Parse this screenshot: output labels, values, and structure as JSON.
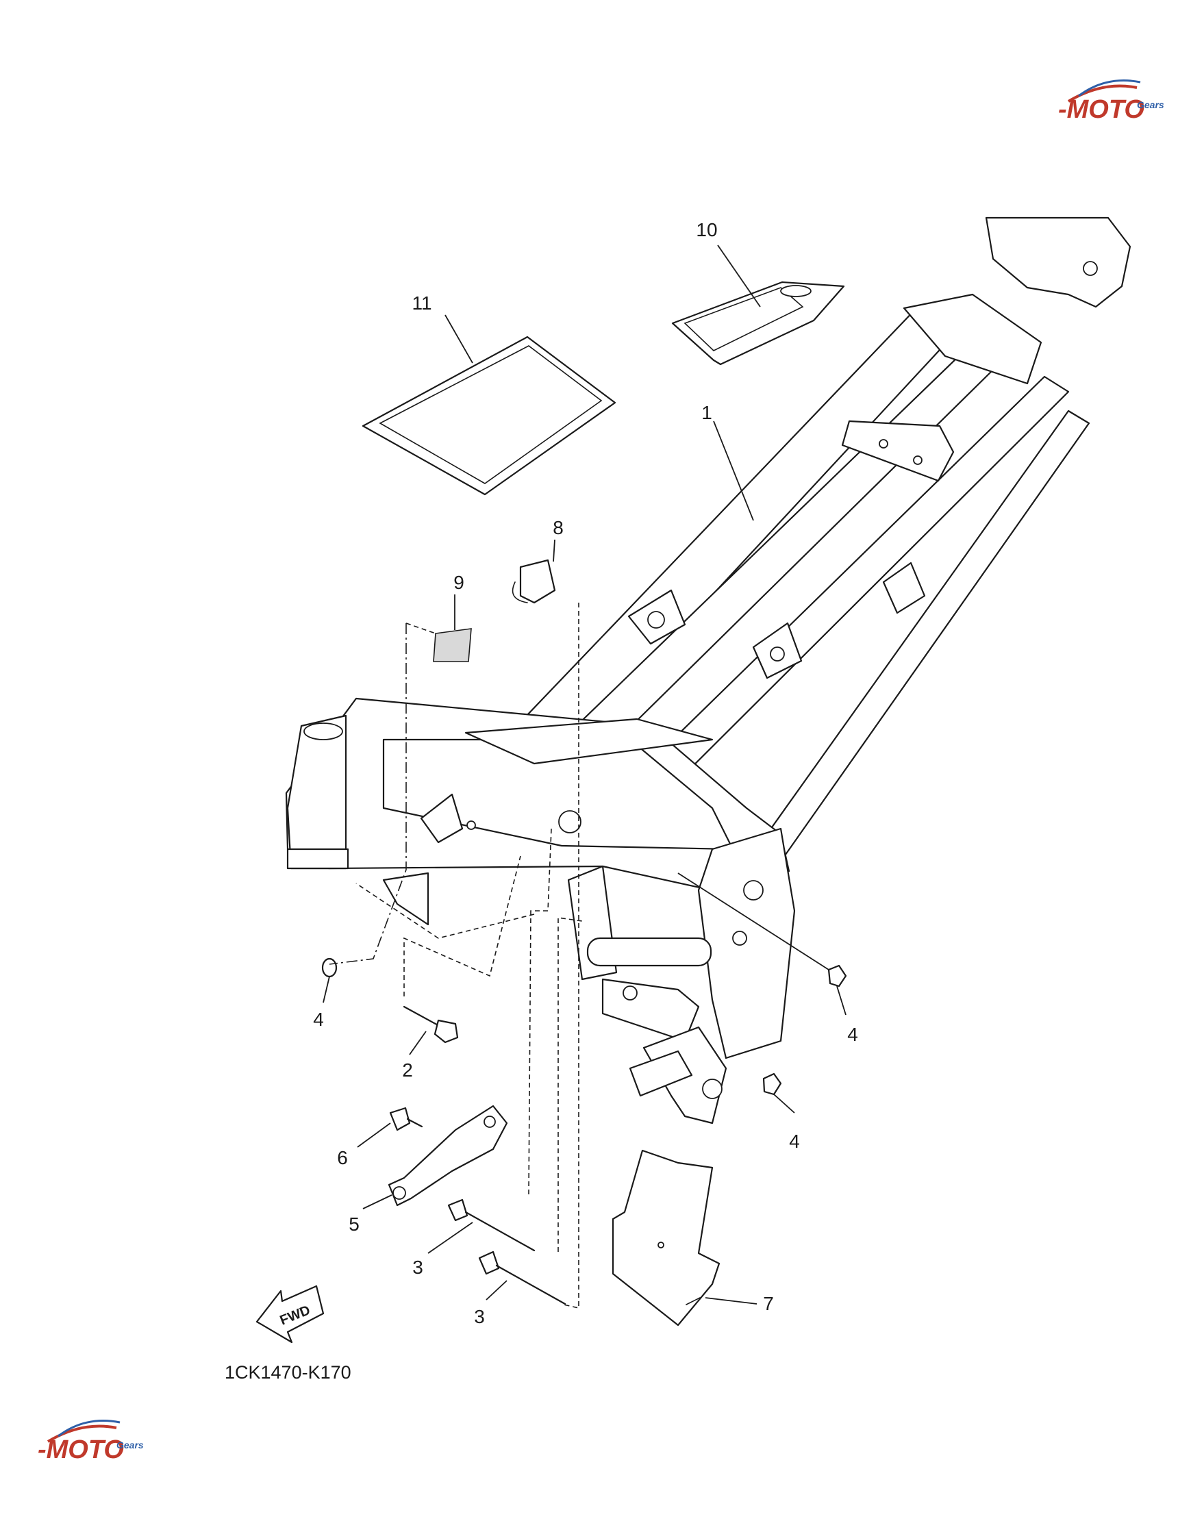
{
  "diagram": {
    "callouts": [
      {
        "id": "c1",
        "text": "1"
      },
      {
        "id": "c2",
        "text": "2"
      },
      {
        "id": "c3a",
        "text": "3"
      },
      {
        "id": "c3b",
        "text": "3"
      },
      {
        "id": "c4a",
        "text": "4"
      },
      {
        "id": "c4b",
        "text": "4"
      },
      {
        "id": "c4c",
        "text": "4"
      },
      {
        "id": "c5",
        "text": "5"
      },
      {
        "id": "c6",
        "text": "6"
      },
      {
        "id": "c7",
        "text": "7"
      },
      {
        "id": "c8",
        "text": "8"
      },
      {
        "id": "c9",
        "text": "9"
      },
      {
        "id": "c10",
        "text": "10"
      },
      {
        "id": "c11",
        "text": "11"
      }
    ],
    "fwd_label": "FWD",
    "diagram_code": "1CK1470-K170",
    "watermark_logo": "MOTO Gears"
  }
}
